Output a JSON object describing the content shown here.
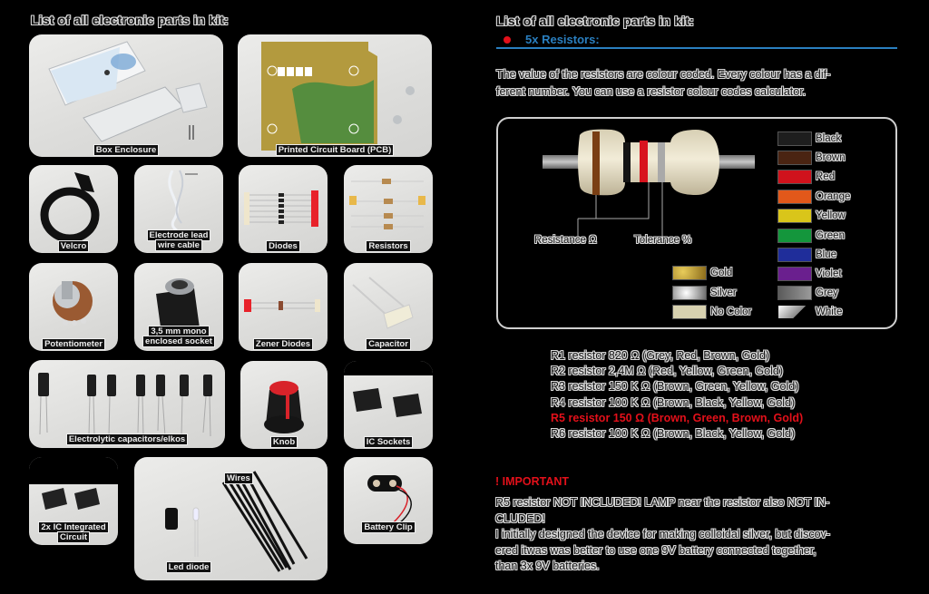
{
  "left_page": {
    "title": "List of all electronic parts in kit:",
    "parts": [
      {
        "id": "box",
        "caption": "Box Enclosure"
      },
      {
        "id": "pcb",
        "caption": "Printed Circuit Board (PCB)"
      },
      {
        "id": "velcro",
        "caption": "Velcro"
      },
      {
        "id": "electrode",
        "caption_l1": "Electrode lead",
        "caption_l2": "wire cable"
      },
      {
        "id": "diodes",
        "caption": "Diodes"
      },
      {
        "id": "resistors",
        "caption": "Resistors"
      },
      {
        "id": "potentiometer",
        "caption": "Potentiometer"
      },
      {
        "id": "socket",
        "caption_l1": "3,5 mm mono",
        "caption_l2": "enclosed socket"
      },
      {
        "id": "zener",
        "caption": "Zener Diodes"
      },
      {
        "id": "capacitor",
        "caption": "Capacitor"
      },
      {
        "id": "elkos",
        "caption": "Electrolytic capacitors/elkos"
      },
      {
        "id": "knob",
        "caption": "Knob"
      },
      {
        "id": "ic_sockets",
        "caption": "IC Sockets"
      },
      {
        "id": "ic",
        "caption_l1": "2x IC Integrated",
        "caption_l2": "Circuit"
      },
      {
        "id": "wires",
        "caption": "Wires"
      },
      {
        "id": "led",
        "caption": "Led diode"
      },
      {
        "id": "battery_clip",
        "caption": "Battery Clip"
      }
    ]
  },
  "right_page": {
    "title": "List of all electronic parts in kit:",
    "section_label": "5x Resistors:",
    "bullet_color": "#e3101a",
    "accent_color": "#2a7fc0",
    "intro_l1": "The value of the resistors are colour coded. Every colour has a dif-",
    "intro_l2": "ferent number. You can use a resistor colour codes calculator.",
    "diagram": {
      "resistance_label": "Resistance Ω",
      "tolerance_label": "Tolerance %",
      "colors": [
        {
          "name": "Black",
          "hex": "#1e1e1e"
        },
        {
          "name": "Brown",
          "hex": "#4a2412"
        },
        {
          "name": "Red",
          "hex": "#d0121c"
        },
        {
          "name": "Orange",
          "hex": "#e2581a"
        },
        {
          "name": "Yellow",
          "hex": "#d9c51a"
        },
        {
          "name": "Green",
          "hex": "#14963c"
        },
        {
          "name": "Blue",
          "hex": "#1f2d9a"
        },
        {
          "name": "Violet",
          "hex": "#6a1f8e"
        },
        {
          "name": "Grey",
          "hex": "#8a8a8a"
        },
        {
          "name": "White",
          "hex": "#f2f2f2"
        }
      ],
      "tolerance_colors": [
        {
          "name": "Gold",
          "hex": "#b8962e"
        },
        {
          "name": "Silver",
          "hex": "#b9b9b9"
        },
        {
          "name": "No Color",
          "hex": "#d8d2b0"
        }
      ]
    },
    "resistors": [
      {
        "text": "R1 resistor 820 Ω (Grey, Red, Brown, Gold)",
        "highlight": false
      },
      {
        "text": "R2 resistor 2,4M Ω (Red, Yellow, Green, Gold)",
        "highlight": false
      },
      {
        "text": "R3 resistor 150 K Ω (Brown, Green, Yellow, Gold)",
        "highlight": false
      },
      {
        "text": "R4 resistor 100 K Ω (Brown, Black, Yellow, Gold)",
        "highlight": false
      },
      {
        "text": "R5 resistor 150 Ω (Brown, Green, Brown, Gold)",
        "highlight": true
      },
      {
        "text": "R6 resistor 100 K Ω (Brown, Black, Yellow, Gold)",
        "highlight": false
      }
    ],
    "important": {
      "title": "! IMPORTANT",
      "lines": [
        "R5 resistor NOT INCLUDED! LAMP near the resistor also NOT IN-",
        "CLUDED!",
        "I initially designed the device for making colloidal silver, but discov-",
        "ered itwas was better to use one 9V battery connected together,",
        "than 3x 9V batteries."
      ]
    }
  }
}
